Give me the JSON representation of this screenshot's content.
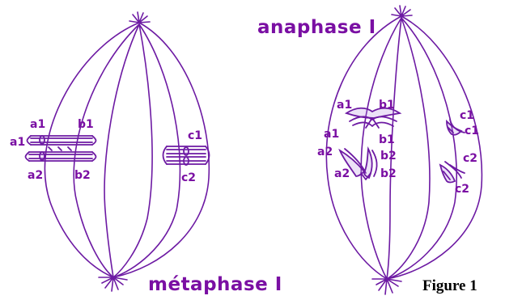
{
  "titles": {
    "anaphase": "anaphase I",
    "metaphase": "métaphase I",
    "figure": "Figure 1"
  },
  "metaphase_labels": {
    "a1_top": "a1",
    "a1_left": "a1",
    "b1": "b1",
    "a2": "a2",
    "b2": "b2",
    "c1": "c1",
    "c2": "c2"
  },
  "anaphase_labels": {
    "a1_top": "a1",
    "b1_top": "b1",
    "a1_mid": "a1",
    "b1_mid": "b1",
    "a2_top": "a2",
    "b2_top": "b2",
    "a2_bottom": "a2",
    "b2_bottom": "b2",
    "c1_top": "c1",
    "c1_right": "c1",
    "c2_top": "c2",
    "c2_bottom": "c2"
  },
  "colors": {
    "ink": "#6d1aa3",
    "label": "#7a0fa3"
  }
}
